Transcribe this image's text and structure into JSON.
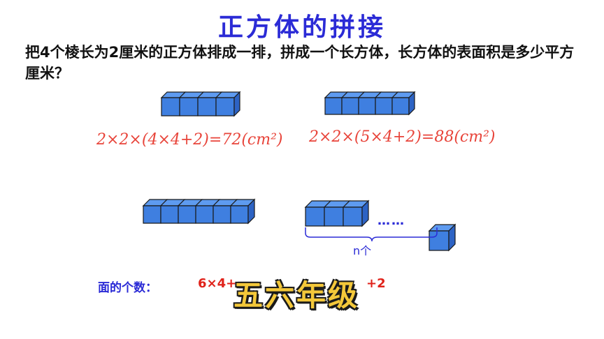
{
  "title": "正方体的拼接",
  "question": "把4个棱长为2厘米的正方体排成一排，拼成一个长方体，长方体的表面积是多少平方厘米？",
  "handwriting": {
    "left": "2×2×(4×4+2)=72(cm²)",
    "right": "2×2×(5×4+2)=88(cm²)"
  },
  "face_count": {
    "label": "面的个数：",
    "formula_left": "6×4+",
    "formula_right": "+2"
  },
  "n_label": "n个",
  "ellipsis": "……",
  "overlay_text": "五六年级",
  "colors": {
    "cube_fill": "#3f7fe0",
    "cube_top": "#5e9bf0",
    "cube_side": "#2d63c4",
    "title": "#2b2bd6",
    "handwriting": "#e8443a"
  }
}
